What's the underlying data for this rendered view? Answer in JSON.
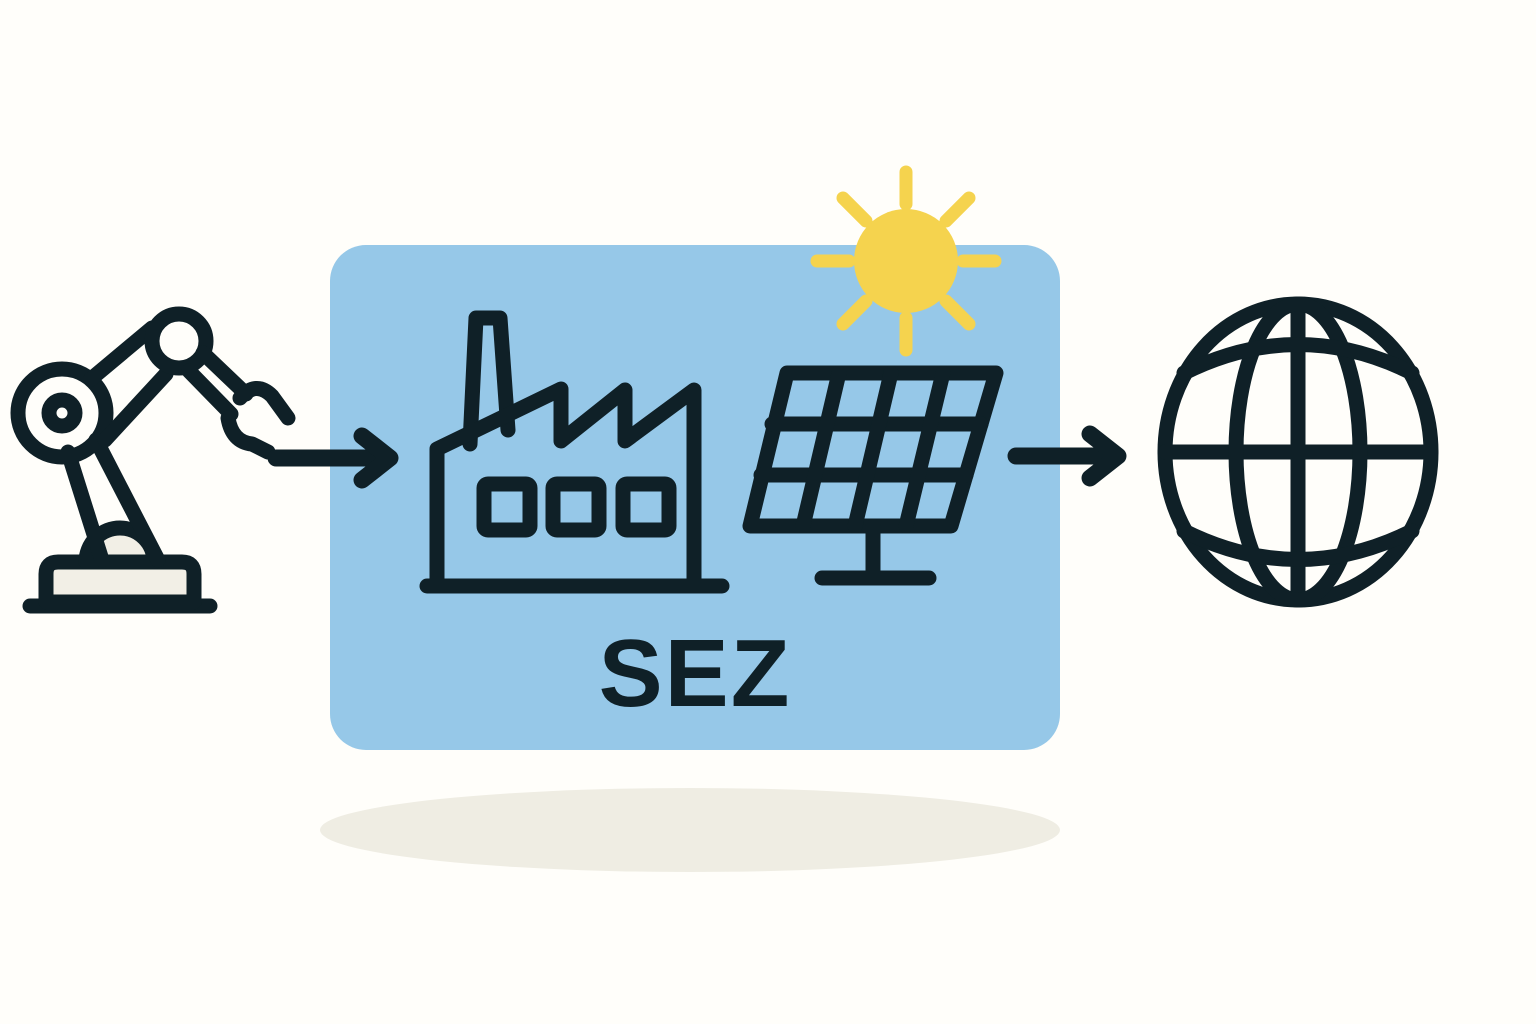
{
  "diagram": {
    "title": "SEZ",
    "type": "process-flow",
    "background_color": "#fffefa",
    "stroke_color": "#0f2027",
    "nodes": [
      {
        "id": "robot-arm",
        "icon": "industrial-robot-arm-icon",
        "label": "",
        "accent_color": "#f2efe6",
        "stroke_color": "#0f2027"
      },
      {
        "id": "sez-zone",
        "icon": "sez-card",
        "label": "SEZ",
        "fill_color": "#96c8e8",
        "stroke_color": "#0f2027",
        "contents": [
          {
            "id": "factory",
            "icon": "factory-icon",
            "label": ""
          },
          {
            "id": "solar-panel",
            "icon": "solar-panel-icon",
            "label": ""
          },
          {
            "id": "sun",
            "icon": "sun-icon",
            "label": "",
            "color": "#f5d34e"
          }
        ]
      },
      {
        "id": "globe",
        "icon": "globe-icon",
        "label": "",
        "stroke_color": "#0f2027"
      }
    ],
    "connectors": [
      {
        "id": "arrow-robot-to-sez",
        "icon": "arrow-right-icon",
        "from": "robot-arm",
        "to": "sez-zone",
        "label": ""
      },
      {
        "id": "arrow-sez-to-globe",
        "icon": "arrow-right-icon",
        "from": "sez-zone",
        "to": "globe",
        "label": ""
      }
    ],
    "shadow": {
      "id": "ground-shadow",
      "color": "#efede3"
    }
  }
}
